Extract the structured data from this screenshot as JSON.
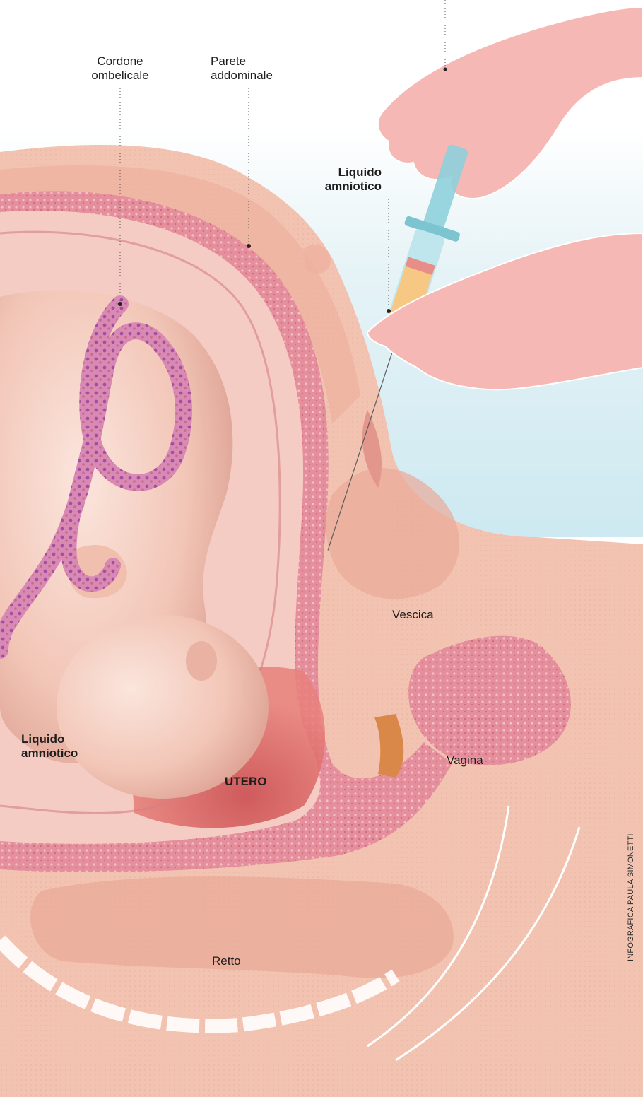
{
  "labels": {
    "umbilical_cord": "Cordone\nombelicale",
    "abdominal_wall": "Parete\naddominale",
    "amniotic_fluid_syringe": "Liquido\namniotico",
    "bladder": "Vescica",
    "amniotic_fluid_uterus": "Liquido\namniotico",
    "uterus": "UTERO",
    "vagina": "Vagina",
    "rectum": "Retto"
  },
  "credit": "INFOGRAFICA  PAULA SIMONETTI",
  "colors": {
    "sky": "#d6ecf2",
    "tissue": "#f3c3b1",
    "tissue_dark": "#e9a998",
    "uterus_wall": "#e896a2",
    "hand": "#f6b8b4",
    "fluid": "#f7c884",
    "syringe": "#8fd0db",
    "cord": "#b45da8"
  }
}
